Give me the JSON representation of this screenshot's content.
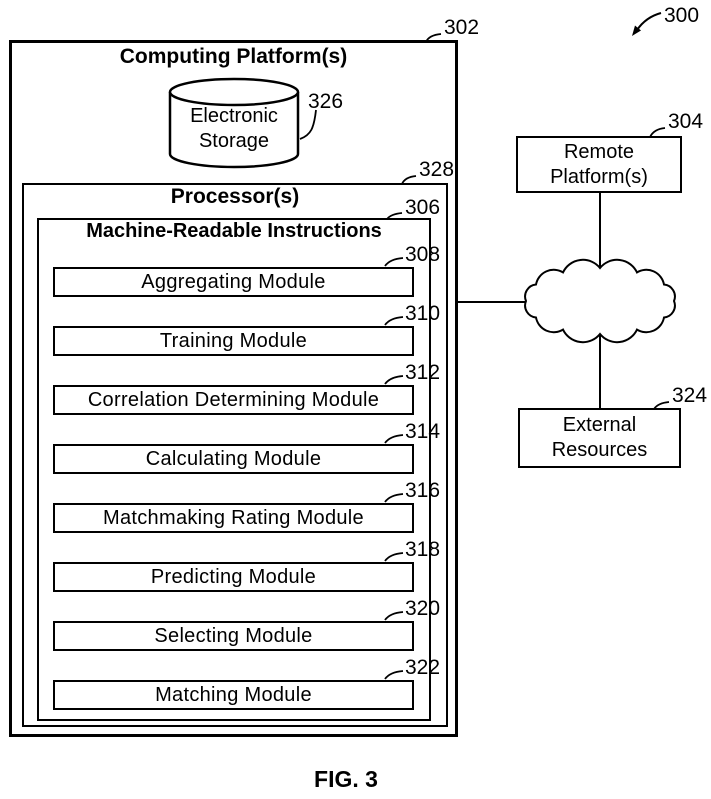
{
  "figure": {
    "ref": "300",
    "caption": "FIG. 3"
  },
  "computing_platform": {
    "ref": "302",
    "title": "Computing Platform(s)",
    "electronic_storage": {
      "ref": "326",
      "lines": [
        "Electronic",
        "Storage"
      ]
    },
    "processor": {
      "ref": "328",
      "title": "Processor(s)",
      "machine_readable_instructions": {
        "ref": "306",
        "title": "Machine-Readable Instructions",
        "modules": [
          {
            "ref": "308",
            "label": "Aggregating Module"
          },
          {
            "ref": "310",
            "label": "Training Module"
          },
          {
            "ref": "312",
            "label": "Correlation Determining Module"
          },
          {
            "ref": "314",
            "label": "Calculating Module"
          },
          {
            "ref": "316",
            "label": "Matchmaking Rating Module"
          },
          {
            "ref": "318",
            "label": "Predicting Module"
          },
          {
            "ref": "320",
            "label": "Selecting Module"
          },
          {
            "ref": "322",
            "label": "Matching Module"
          }
        ]
      }
    }
  },
  "remote_platforms": {
    "ref": "304",
    "lines": [
      "Remote",
      "Platform(s)"
    ]
  },
  "external_resources": {
    "ref": "324",
    "lines": [
      "External",
      "Resources"
    ]
  }
}
